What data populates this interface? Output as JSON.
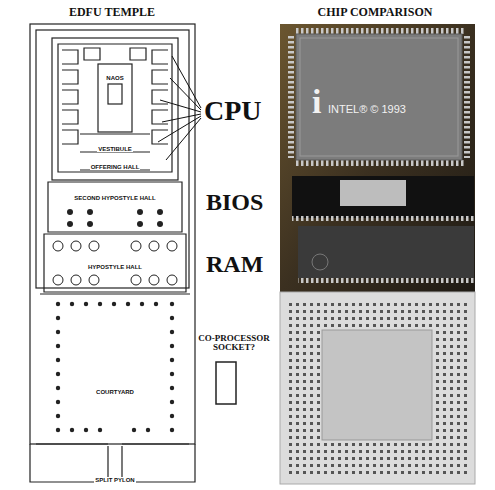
{
  "diagram": {
    "nodes": [
      {
        "text": [
          "NAOS"
        ]
      },
      {
        "text": [
          "VESTIBULE"
        ]
      },
      {
        "text": [
          "OFFERING HALL"
        ]
      },
      {
        "text": [
          "SECOND HYPOSTYLE HALL"
        ]
      },
      {
        "text": [
          "HYPOSTYLE HALL"
        ]
      },
      {
        "text": [
          "COURTYARD"
        ]
      },
      {
        "text": [
          "SPLIT PYLON"
        ]
      }
    ],
    "labels": [
      "EDFU TEMPLE",
      "CHIP COMPARISON",
      "CPU",
      "BIOS",
      "RAM",
      "CO-PROCESSOR SOCKET?",
      "i",
      "INTEL® © 1993"
    ]
  }
}
